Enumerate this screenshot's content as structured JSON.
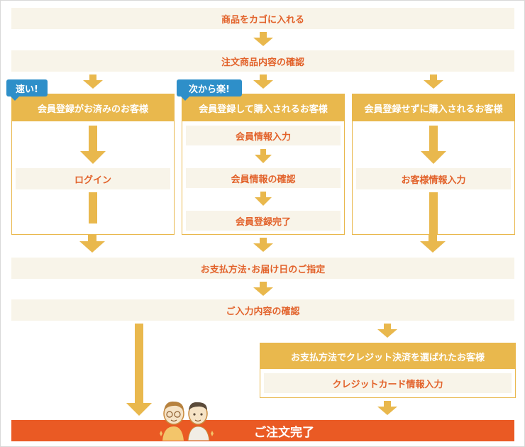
{
  "flow": {
    "step1": "商品をカゴに入れる",
    "step2": "注文商品内容の確認",
    "step3": "お支払方法･お届け日のご指定",
    "step4": "ご入力内容の確認",
    "final": "ご注文完了"
  },
  "branches": {
    "left": {
      "badge": "速い!",
      "title": "会員登録がお済みのお客様",
      "steps": [
        "ログイン"
      ]
    },
    "middle": {
      "badge": "次から楽!",
      "title": "会員登録して購入されるお客様",
      "steps": [
        "会員情報入力",
        "会員情報の確認",
        "会員登録完了"
      ]
    },
    "right": {
      "title": "会員登録せずに購入されるお客様",
      "steps": [
        "お客様情報入力"
      ]
    }
  },
  "credit": {
    "title": "お支払方法でクレジット決済を選ばれたお客様",
    "step": "クレジットカード情報入力"
  },
  "colors": {
    "accent_orange": "#ea5a24",
    "text_orange": "#e2622a",
    "panel_gold": "#e9b84d",
    "bar_beige": "#f8f4e9",
    "badge_blue": "#2e8fc9"
  }
}
